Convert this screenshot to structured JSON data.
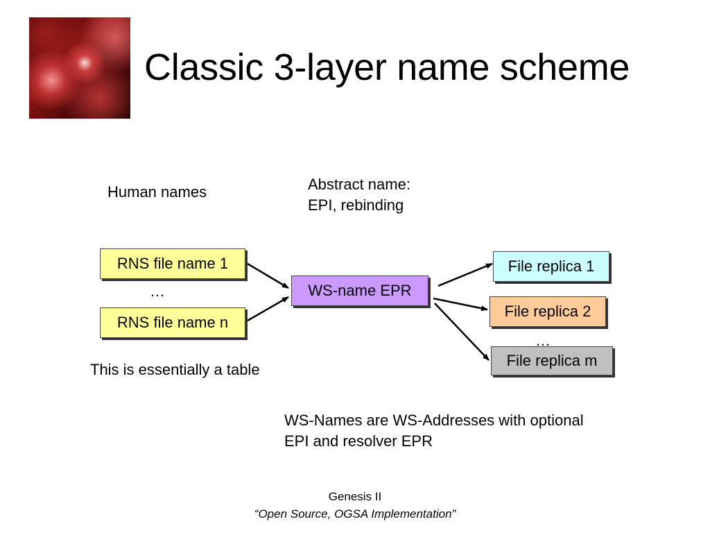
{
  "slide": {
    "title": "Classic 3-layer name scheme",
    "labels": {
      "human_names": "Human names",
      "abstract_name_line1": "Abstract name:",
      "abstract_name_line2": "EPI, rebinding",
      "table_note": "This is essentially a table",
      "ws_note_line1": "WS-Names are WS-Addresses with optional",
      "ws_note_line2": "EPI and resolver EPR",
      "ellipsis_left": "…",
      "ellipsis_right": "…"
    },
    "nodes": {
      "rns1": "RNS file name 1",
      "rnsn": "RNS file name n",
      "wsname": "WS-name EPR",
      "replica1": "File replica 1",
      "replica2": "File replica 2",
      "replicam": "File replica m"
    },
    "edges": [
      {
        "from": "rns1",
        "to": "wsname"
      },
      {
        "from": "rnsn",
        "to": "wsname"
      },
      {
        "from": "wsname",
        "to": "replica1"
      },
      {
        "from": "wsname",
        "to": "replica2"
      },
      {
        "from": "wsname",
        "to": "replicam"
      }
    ],
    "colors": {
      "rns": "#ffff99",
      "wsname": "#cc99ff",
      "replica1": "#ccffff",
      "replica2": "#ffcc99",
      "replicam": "#c0c0c0"
    },
    "footer": {
      "line1": "Genesis II",
      "line2": "“Open Source, OGSA Implementation”"
    }
  }
}
